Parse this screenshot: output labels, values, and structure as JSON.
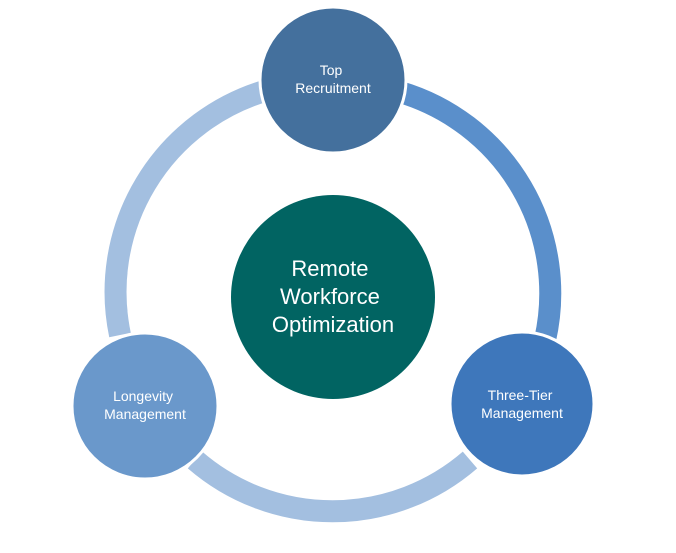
{
  "center": {
    "lines": [
      "Remote",
      "Workforce",
      "Optimization"
    ],
    "color": "#016462"
  },
  "nodes": [
    {
      "id": "top-recruitment",
      "lines": [
        "Top",
        "Recruitment"
      ],
      "color": "#44709d"
    },
    {
      "id": "three-tier-management",
      "lines": [
        "Three-Tier",
        "Management"
      ],
      "color": "#3e77bb"
    },
    {
      "id": "longevity-management",
      "lines": [
        "Longevity",
        "Management"
      ],
      "color": "#6a98cb"
    }
  ],
  "arcs": [
    {
      "id": "arc-top-to-right",
      "color": "#5a8fcb"
    },
    {
      "id": "arc-right-to-left",
      "color": "#a3bfe0"
    },
    {
      "id": "arc-left-to-top",
      "color": "#a3bfe0"
    }
  ]
}
